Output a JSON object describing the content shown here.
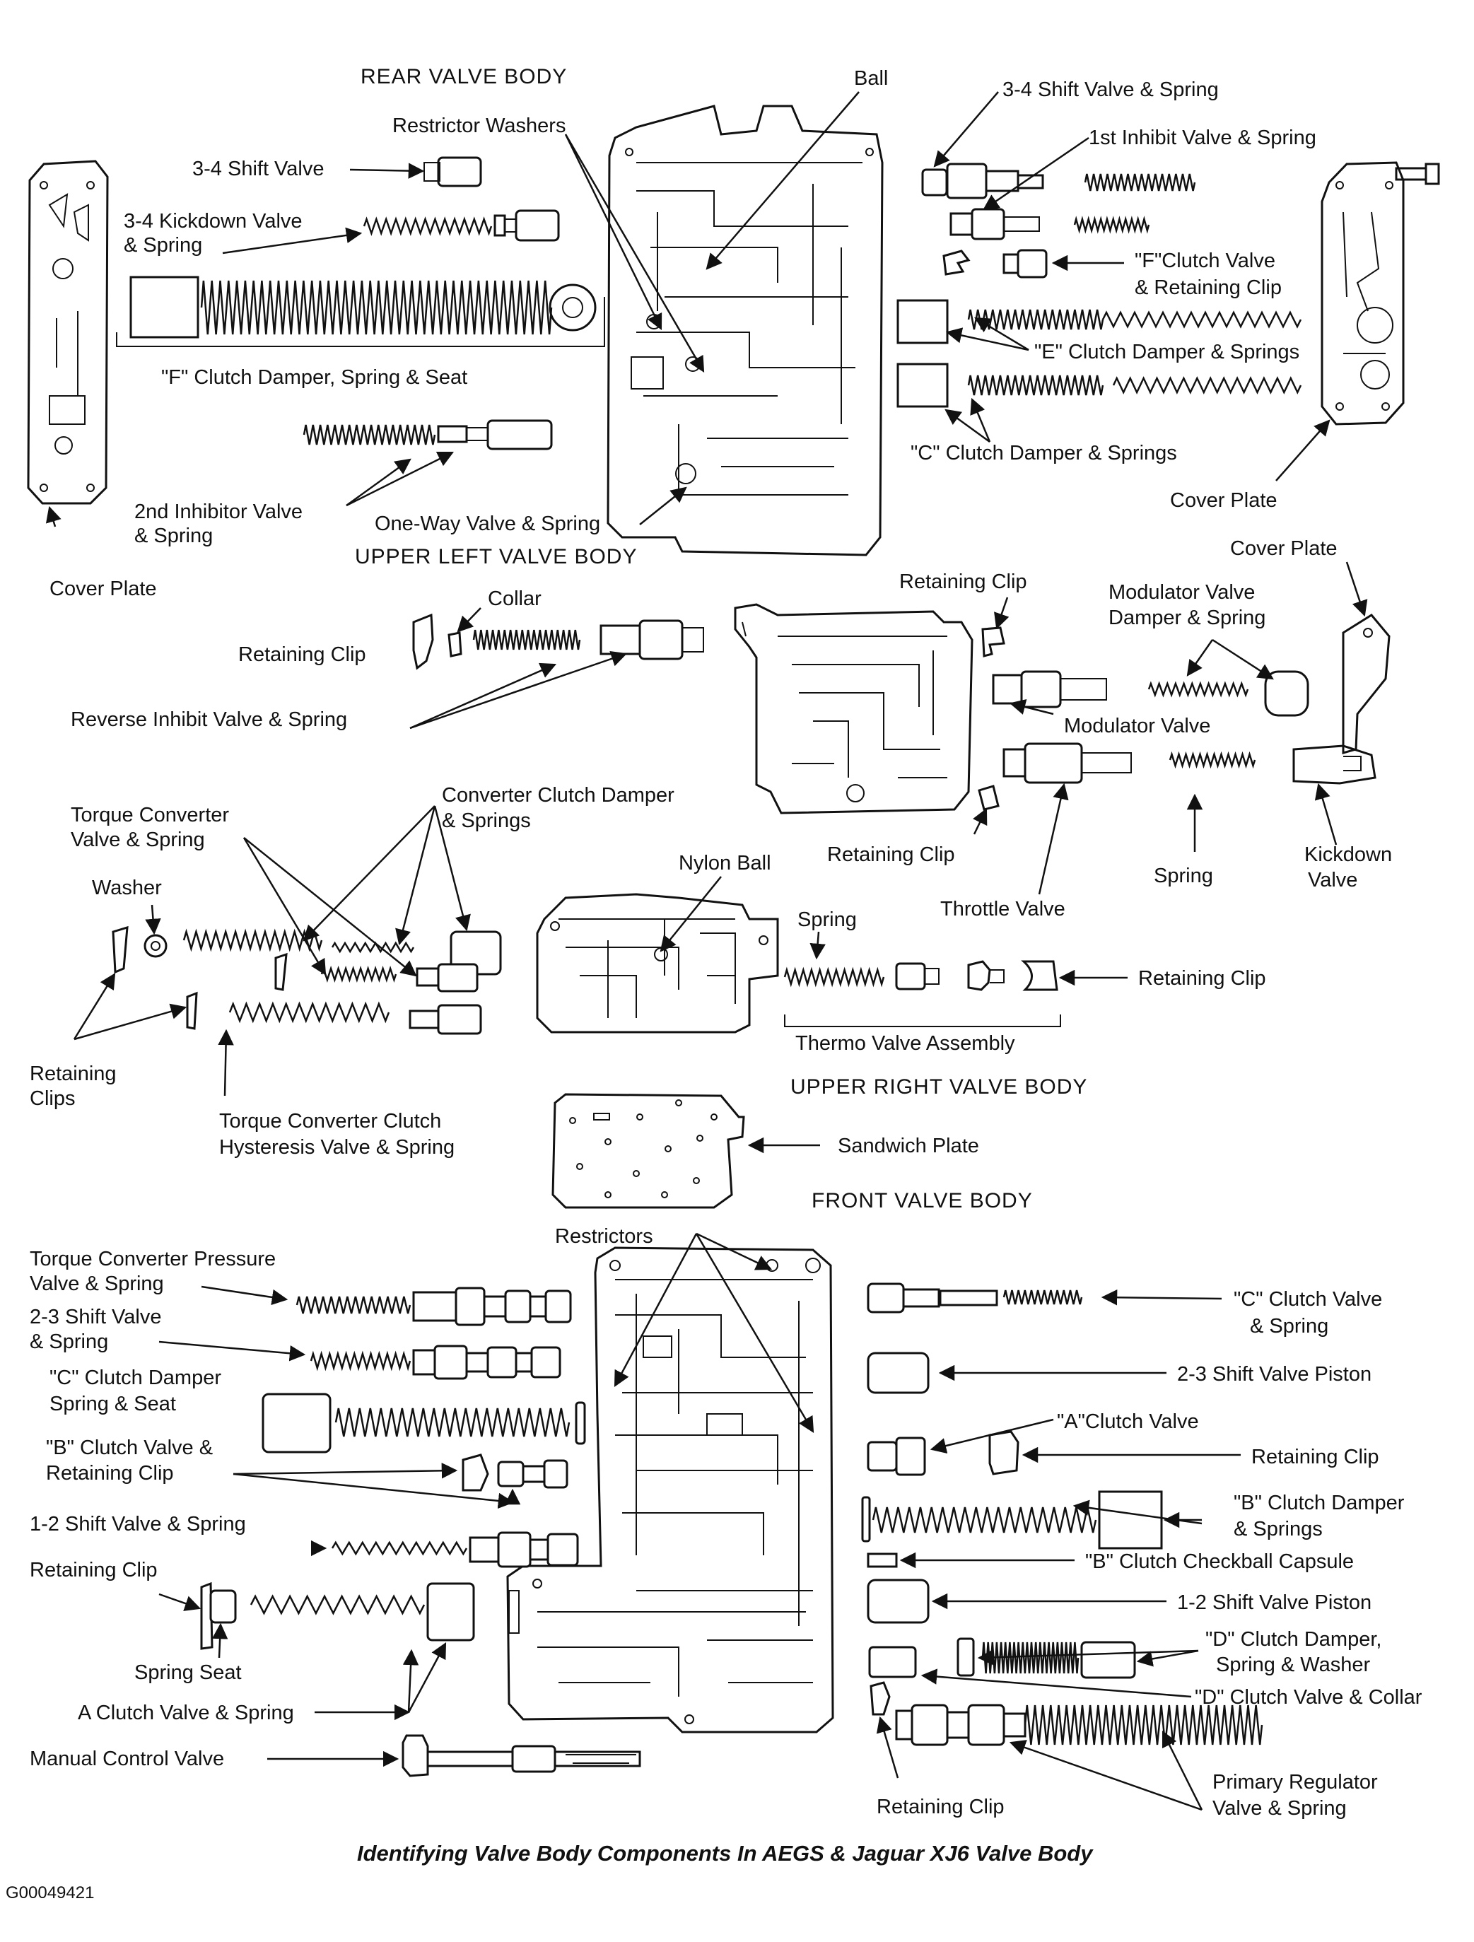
{
  "caption": "Identifying Valve Body Components In AEGS & Jaguar XJ6 Valve Body",
  "figure_code": "G00049421",
  "headings": {
    "rear_valve_body": "REAR VALVE BODY",
    "upper_left_valve_body": "UPPER LEFT VALVE BODY",
    "upper_right_valve_body": "UPPER RIGHT VALVE BODY",
    "front_valve_body": "FRONT VALVE BODY"
  },
  "rear": {
    "ball": "Ball",
    "restrictor_washers": "Restrictor Washers",
    "shift_34_valve": "3-4 Shift Valve",
    "kickdown_34_line1": "3-4 Kickdown Valve",
    "kickdown_34_line2": "& Spring",
    "f_clutch_damper": "\"F\" Clutch Damper, Spring & Seat",
    "inhibitor_2nd_line1": "2nd Inhibitor Valve",
    "inhibitor_2nd_line2": "& Spring",
    "one_way_valve": "One-Way Valve & Spring",
    "cover_plate_left": "Cover Plate",
    "shift_34_valve_spring": "3-4 Shift Valve & Spring",
    "inhibit_1st": "1st Inhibit Valve & Spring",
    "f_clutch_valve_line1": "\"F\"Clutch Valve",
    "f_clutch_valve_line2": "& Retaining Clip",
    "e_clutch_damper": "\"E\" Clutch Damper & Springs",
    "c_clutch_damper": "\"C\" Clutch Damper & Springs",
    "cover_plate_right": "Cover Plate"
  },
  "upper_left": {
    "collar": "Collar",
    "retaining_clip": "Retaining Clip",
    "reverse_inhibit": "Reverse Inhibit Valve & Spring",
    "retaining_clip_top": "Retaining Clip",
    "cover_plate": "Cover Plate",
    "modulator_damper_line1": "Modulator Valve",
    "modulator_damper_line2": "Damper & Spring",
    "modulator_valve": "Modulator Valve",
    "retaining_clip_bottom": "Retaining Clip",
    "throttle_valve": "Throttle Valve",
    "spring": "Spring",
    "kickdown_line1": "Kickdown",
    "kickdown_line2": "Valve"
  },
  "upper_right": {
    "converter_clutch_damper_line1": "Converter Clutch Damper",
    "converter_clutch_damper_line2": "& Springs",
    "torque_converter_line1": "Torque Converter",
    "torque_converter_line2": "Valve & Spring",
    "washer": "Washer",
    "nylon_ball": "Nylon Ball",
    "spring": "Spring",
    "retaining_clip": "Retaining Clip",
    "thermo_valve": "Thermo Valve Assembly",
    "retaining_clips_line1": "Retaining",
    "retaining_clips_line2": "Clips",
    "hysteresis_line1": "Torque Converter Clutch",
    "hysteresis_line2": "Hysteresis Valve & Spring",
    "sandwich_plate": "Sandwich Plate"
  },
  "front": {
    "restrictors": "Restrictors",
    "tc_pressure_line1": "Torque Converter Pressure",
    "tc_pressure_line2": "Valve & Spring",
    "shift_23_line1": "2-3 Shift Valve",
    "shift_23_line2": "& Spring",
    "c_damper_line1": "\"C\" Clutch Damper",
    "c_damper_line2": "Spring & Seat",
    "b_valve_line1": "\"B\" Clutch Valve &",
    "b_valve_line2": "Retaining Clip",
    "shift_12": "1-2 Shift Valve & Spring",
    "retaining_clip_left": "Retaining Clip",
    "spring_seat": "Spring Seat",
    "a_valve_spring": "A Clutch Valve & Spring",
    "manual_control": "Manual Control Valve",
    "c_valve_line1": "\"C\" Clutch Valve",
    "c_valve_line2": "& Spring",
    "piston_23": "2-3 Shift Valve Piston",
    "a_valve": "\"A\"Clutch Valve",
    "retaining_clip_right": "Retaining Clip",
    "b_damper_line1": "\"B\" Clutch Damper",
    "b_damper_line2": "& Springs",
    "b_checkball": "\"B\" Clutch Checkball Capsule",
    "piston_12": "1-2 Shift Valve Piston",
    "d_damper_line1": "\"D\" Clutch Damper,",
    "d_damper_line2": "Spring & Washer",
    "d_valve_collar": "\"D\" Clutch Valve & Collar",
    "retaining_clip_bottom": "Retaining Clip",
    "primary_reg_line1": "Primary Regulator",
    "primary_reg_line2": "Valve & Spring"
  }
}
